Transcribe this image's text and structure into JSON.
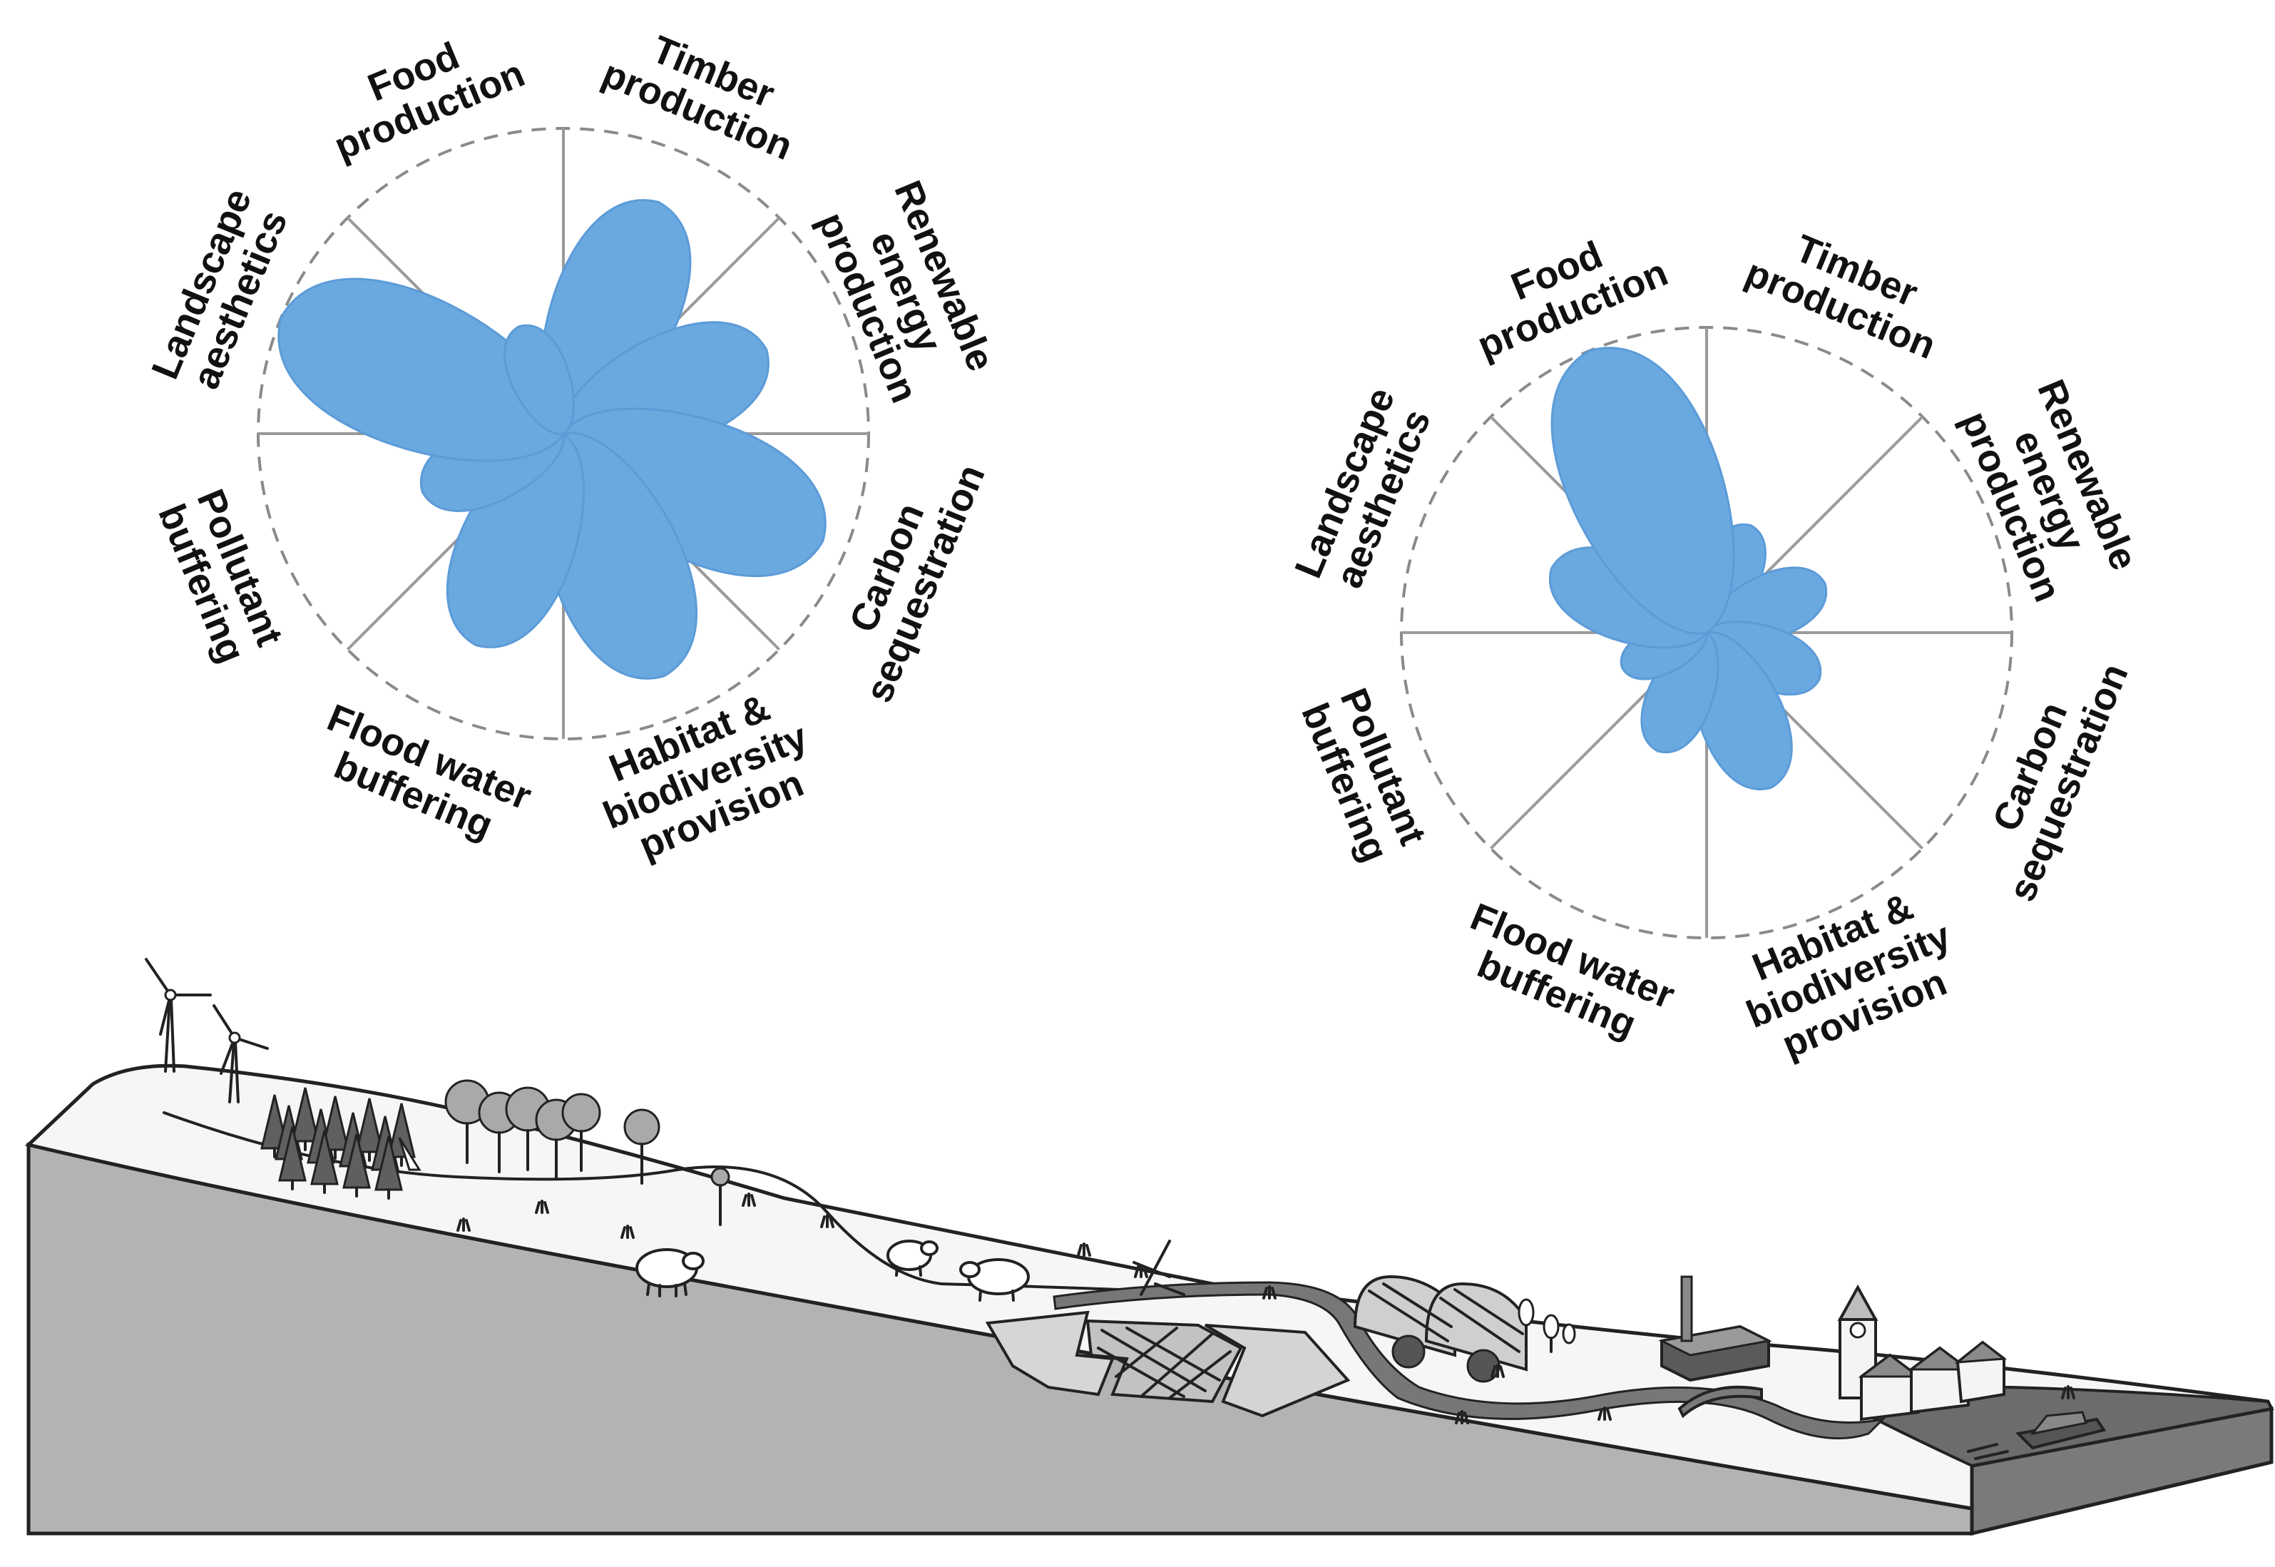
{
  "colors": {
    "petal": "#6aa8e0",
    "petal_edge": "#5b9bd8",
    "ground": "#b3b3b3",
    "surface": "#f6f6f6",
    "river": "#777777",
    "sea": "#6c6c6c"
  },
  "chart_data": [
    {
      "type": "rose",
      "scale_max": 1,
      "categories": [
        "Timber production",
        "Renewable energy production",
        "Carbon sequestration",
        "Habitat & biodiversity provision",
        "Flood water buffering",
        "Pollutant buffering",
        "Landscape aesthetics",
        "Food production"
      ],
      "label_lines": [
        [
          "Timber",
          "production"
        ],
        [
          "Renewable",
          "energy",
          "production"
        ],
        [
          "Carbon",
          "sequestration"
        ],
        [
          "Habitat &",
          "biodiversity",
          "provision"
        ],
        [
          "Flood water",
          "buffering"
        ],
        [
          "Pollutant",
          "buffering"
        ],
        [
          "Landscape",
          "aesthetics"
        ],
        [
          "Food",
          "production"
        ]
      ],
      "values": [
        0.82,
        0.72,
        0.92,
        0.86,
        0.75,
        0.5,
        1.0,
        0.38
      ]
    },
    {
      "type": "rose",
      "scale_max": 1,
      "categories": [
        "Timber production",
        "Renewable energy production",
        "Carbon sequestration",
        "Habitat & biodiversity provision",
        "Flood water buffering",
        "Pollutant buffering",
        "Landscape aesthetics",
        "Food production"
      ],
      "label_lines": [
        [
          "Timber",
          "production"
        ],
        [
          "Renewable",
          "energy",
          "production"
        ],
        [
          "Carbon",
          "sequestration"
        ],
        [
          "Habitat &",
          "biodiversity",
          "provision"
        ],
        [
          "Flood water",
          "buffering"
        ],
        [
          "Pollutant",
          "buffering"
        ],
        [
          "Landscape",
          "aesthetics"
        ],
        [
          "Food",
          "production"
        ]
      ],
      "values": [
        0.38,
        0.42,
        0.4,
        0.55,
        0.42,
        0.3,
        0.55,
        1.0
      ]
    }
  ],
  "landscape": {
    "features": [
      "wind-turbines",
      "conifer-forest",
      "deciduous-woodland",
      "sheep-grazing",
      "arable-fields",
      "polytunnels",
      "factory",
      "bridge",
      "town-with-church",
      "river",
      "sea",
      "boat"
    ]
  }
}
